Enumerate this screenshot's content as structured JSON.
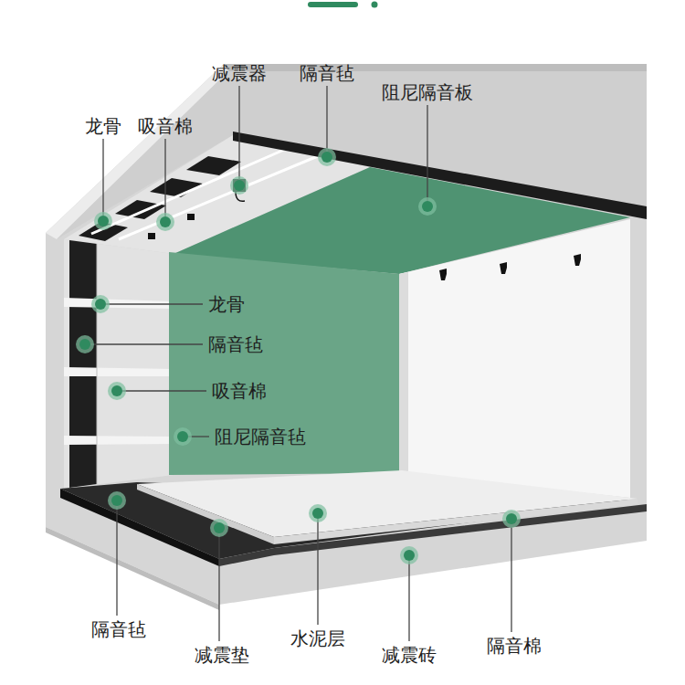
{
  "diagram": {
    "labels": [
      "减震器",
      "隔音毡",
      "阻尼隔音板",
      "龙骨",
      "吸音棉",
      "龙骨",
      "隔音毡",
      "吸音棉",
      "阻尼隔音毡",
      "隔音毡",
      "减震垫",
      "水泥层",
      "减震砖",
      "隔音棉"
    ]
  }
}
